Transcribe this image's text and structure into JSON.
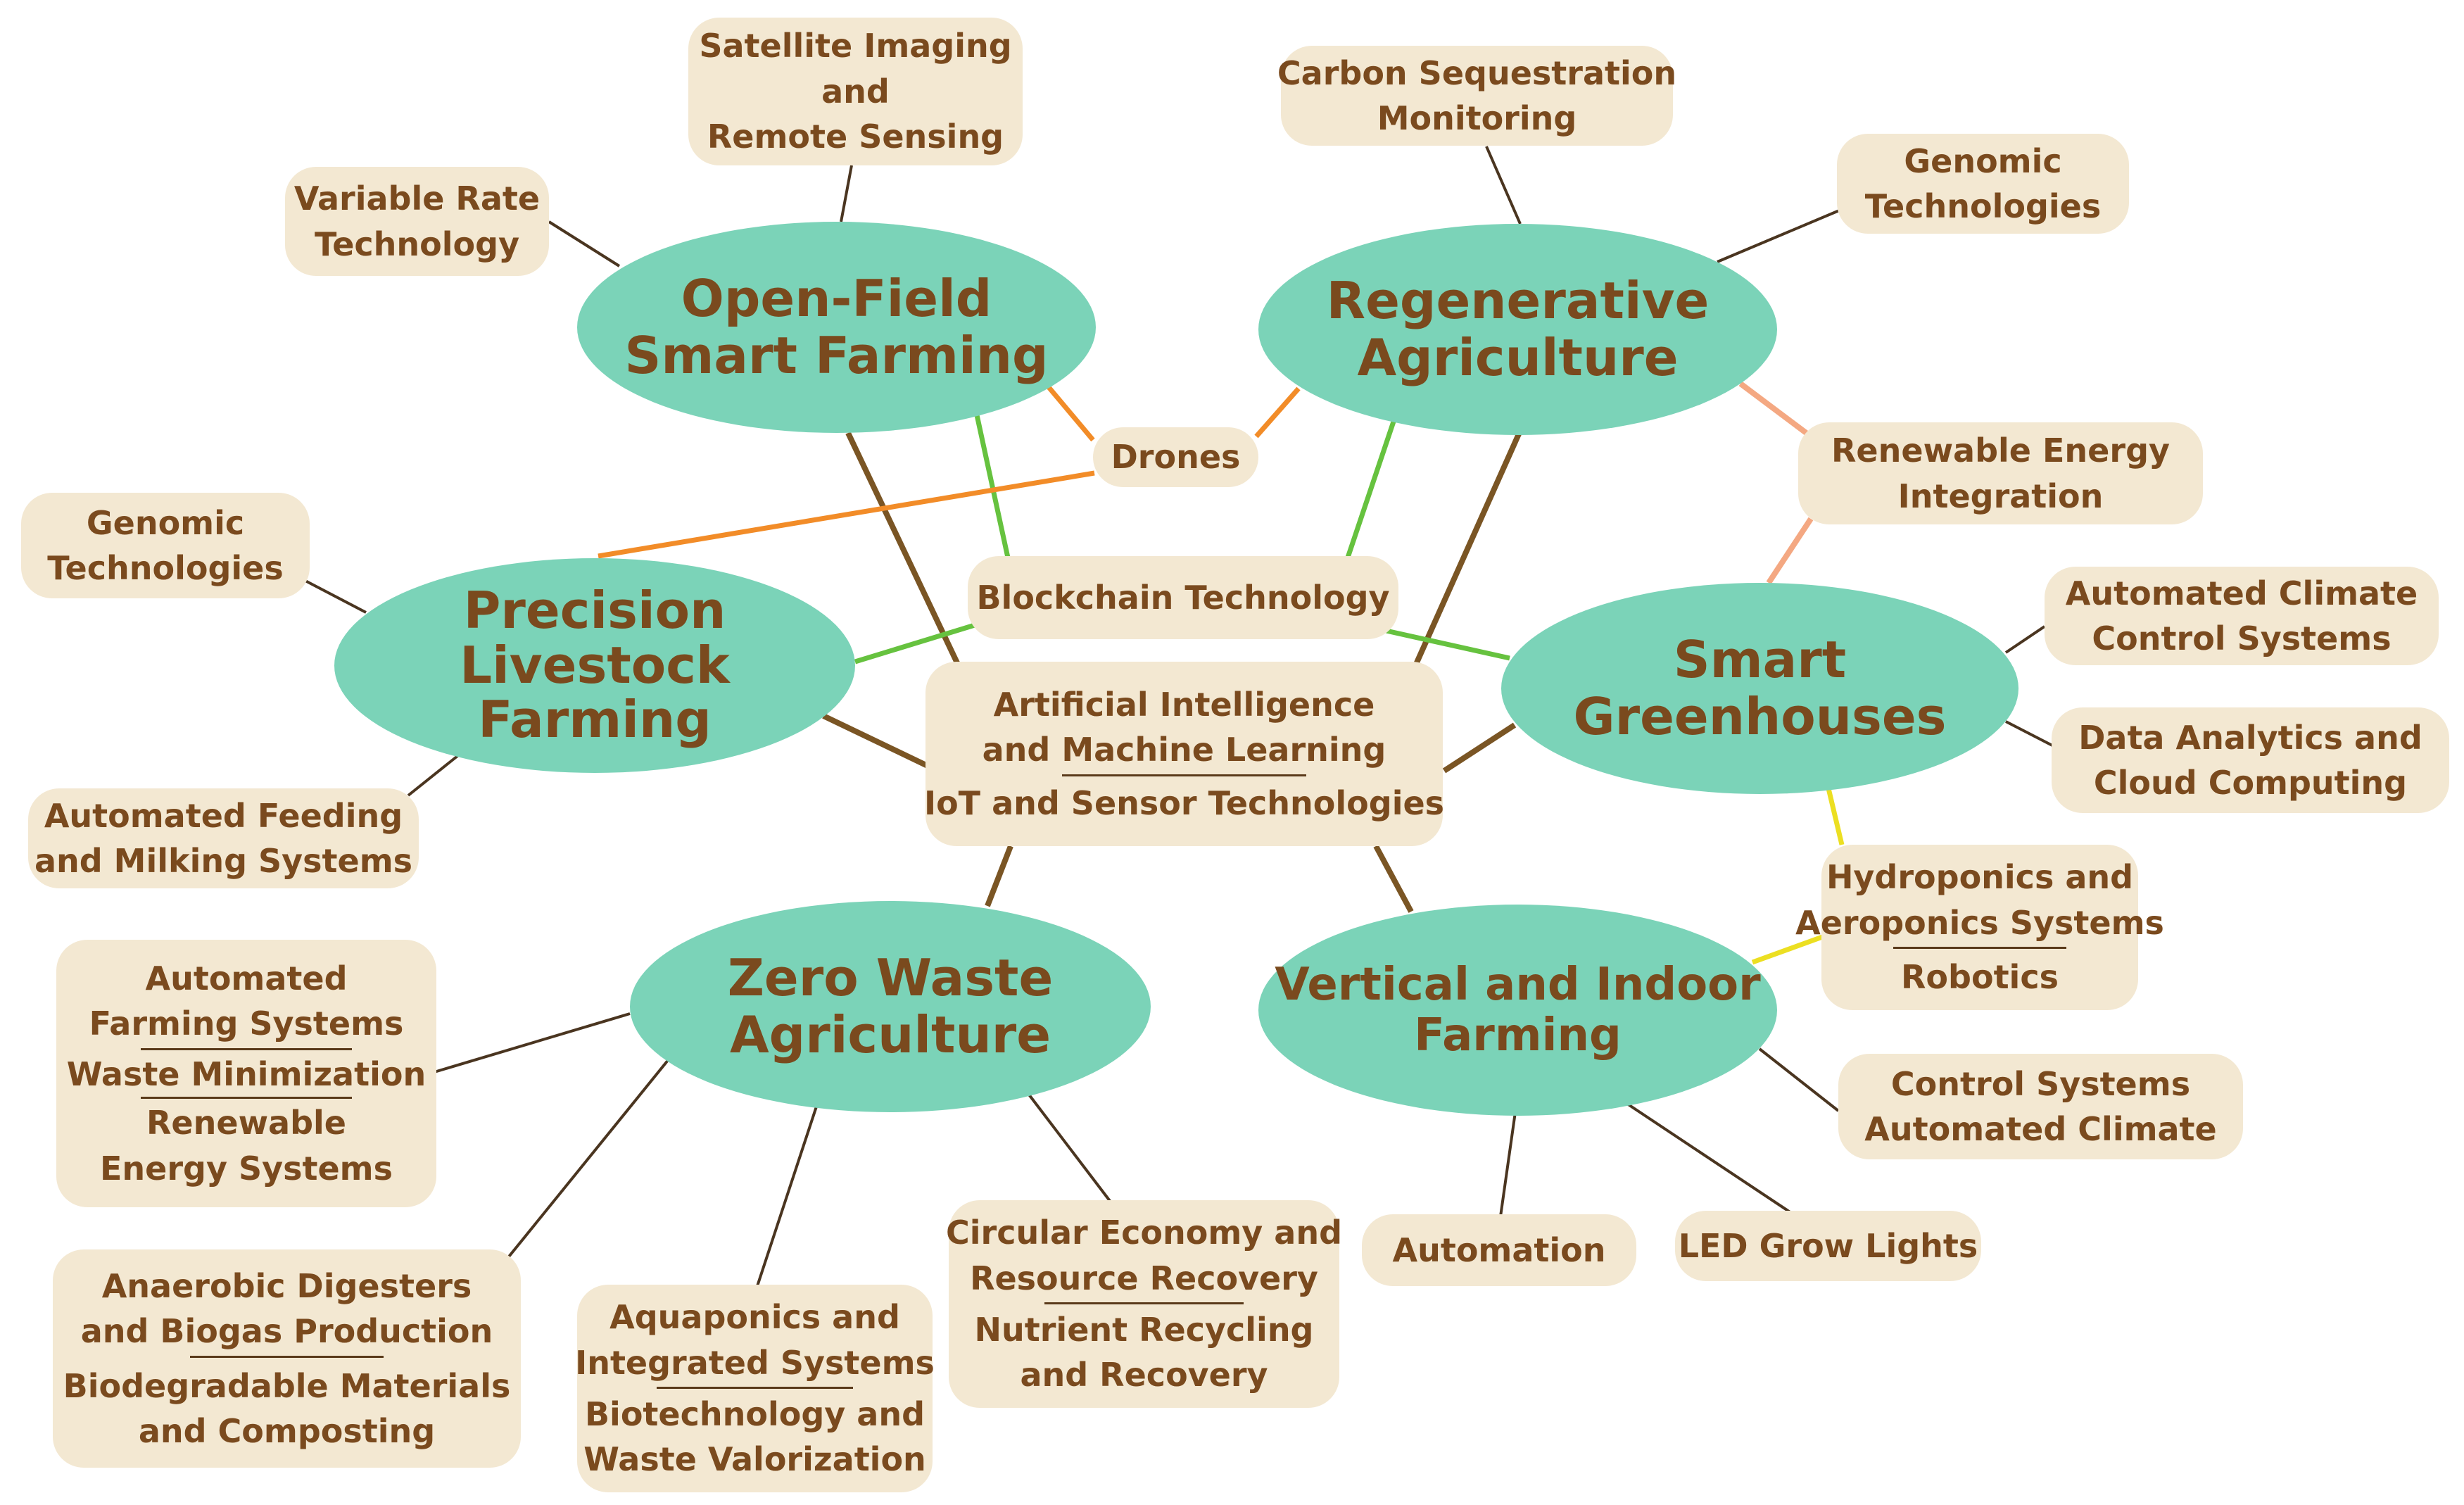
{
  "colors": {
    "hub_fill": "#7bd3b8",
    "box_fill": "#f3e8d2",
    "text": "#7a4a1e",
    "link_brown": "#7a5524",
    "link_orange": "#f28c28",
    "link_salmon": "#f4a882",
    "link_green": "#66c23f",
    "link_yellow": "#ecdf22",
    "link_thin": "#4a3520"
  },
  "hubs": {
    "open_field": {
      "lines": [
        "Open-Field",
        "Smart Farming"
      ]
    },
    "regenerative": {
      "lines": [
        "Regenerative",
        "Agriculture"
      ]
    },
    "precision_livestock": {
      "lines": [
        "Precision",
        "Livestock",
        "Farming"
      ]
    },
    "smart_greenhouses": {
      "lines": [
        "Smart",
        "Greenhouses"
      ]
    },
    "zero_waste": {
      "lines": [
        "Zero Waste",
        "Agriculture"
      ]
    },
    "vertical_indoor": {
      "lines": [
        "Vertical and Indoor",
        "Farming"
      ]
    }
  },
  "central": {
    "blockchain": "Blockchain Technology",
    "ai_lines": [
      "Artificial Intelligence",
      "and Machine Learning"
    ],
    "iot": "IoT and Sensor Technologies",
    "drones": "Drones"
  },
  "boxes": {
    "satellite": [
      "Satellite Imaging",
      "and",
      "Remote Sensing"
    ],
    "variable_rate": [
      "Variable Rate",
      "Technology"
    ],
    "carbon": [
      "Carbon Sequestration",
      "Monitoring"
    ],
    "genomic_right": [
      "Genomic",
      "Technologies"
    ],
    "genomic_left": [
      "Genomic",
      "Technologies"
    ],
    "renewable_integration": [
      "Renewable Energy",
      "Integration"
    ],
    "automated_climate": [
      "Automated Climate",
      "Control Systems"
    ],
    "data_analytics": [
      "Data Analytics and",
      "Cloud Computing"
    ],
    "feeding_milking": [
      "Automated Feeding",
      "and Milking Systems"
    ],
    "hydroponics_lines": [
      "Hydroponics and",
      "Aeroponics Systems"
    ],
    "robotics": "Robotics",
    "control_systems": [
      "Control Systems",
      "Automated Climate"
    ],
    "automation": "Automation",
    "led": "LED Grow Lights",
    "zw_auto_lines": [
      "Automated",
      "Farming Systems"
    ],
    "zw_waste_min": "Waste Minimization",
    "zw_renewable_lines": [
      "Renewable",
      "Energy Systems"
    ],
    "anaerobic_lines": [
      "Anaerobic Digesters",
      "and Biogas Production"
    ],
    "biodegradable_lines": [
      "Biodegradable Materials",
      "and Composting"
    ],
    "aquaponics_lines": [
      "Aquaponics and",
      "Integrated Systems"
    ],
    "biotech_lines": [
      "Biotechnology and",
      "Waste Valorization"
    ],
    "circular_lines": [
      "Circular Economy and",
      "Resource Recovery"
    ],
    "nutrient_lines": [
      "Nutrient Recycling",
      "and Recovery"
    ]
  }
}
